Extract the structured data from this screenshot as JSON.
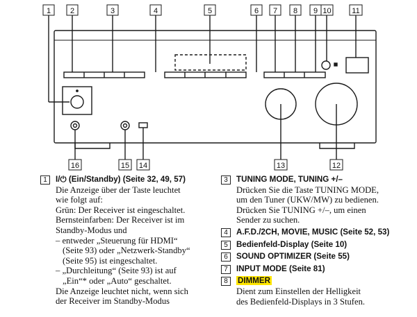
{
  "callouts": [
    "1",
    "2",
    "3",
    "4",
    "5",
    "6",
    "7",
    "8",
    "9",
    "10",
    "11",
    "12",
    "13",
    "14",
    "15",
    "16"
  ],
  "left_column": {
    "number": "1",
    "heading": "I/⏻ (Ein/Standby) (Seite 32, 49, 57)",
    "lines": [
      "Die Anzeige über der Taste leuchtet",
      "wie folgt auf:",
      "Grün: Der Receiver ist eingeschaltet.",
      "Bernsteinfarben: Der Receiver ist im",
      "Standby-Modus und",
      "– entweder „Steuerung für HDMI“",
      "(Seite 93) oder „Netzwerk-Standby“",
      "(Seite 95) ist eingeschaltet.",
      "– „Durchleitung“ (Seite 93) ist auf",
      "„Ein“* oder „Auto“ geschaltet.",
      "Die Anzeige leuchtet nicht, wenn sich",
      "der Receiver im Standby-Modus"
    ]
  },
  "right_column": [
    {
      "number": "3",
      "heading": "TUNING MODE, TUNING +/–",
      "lines": [
        "Drücken Sie die Taste TUNING MODE,",
        "um den Tuner (UKW/MW) zu bedienen.",
        "Drücken Sie TUNING +/–, um einen",
        "Sender zu suchen."
      ]
    },
    {
      "number": "4",
      "heading": "A.F.D./2CH, MOVIE, MUSIC (Seite 52, 53)",
      "lines": []
    },
    {
      "number": "5",
      "heading": "Bedienfeld-Display (Seite 10)",
      "lines": []
    },
    {
      "number": "6",
      "heading": "SOUND OPTIMIZER (Seite 55)",
      "lines": []
    },
    {
      "number": "7",
      "heading": "INPUT MODE (Seite 81)",
      "lines": []
    },
    {
      "number": "8",
      "heading": "DIMMER",
      "highlight": true,
      "lines": [
        "Dient zum Einstellen der Helligkeit",
        "des Bedienfeld-Displays in 3 Stufen."
      ]
    }
  ],
  "colors": {
    "highlight": "#ffe600",
    "line": "#1a1a1a"
  }
}
